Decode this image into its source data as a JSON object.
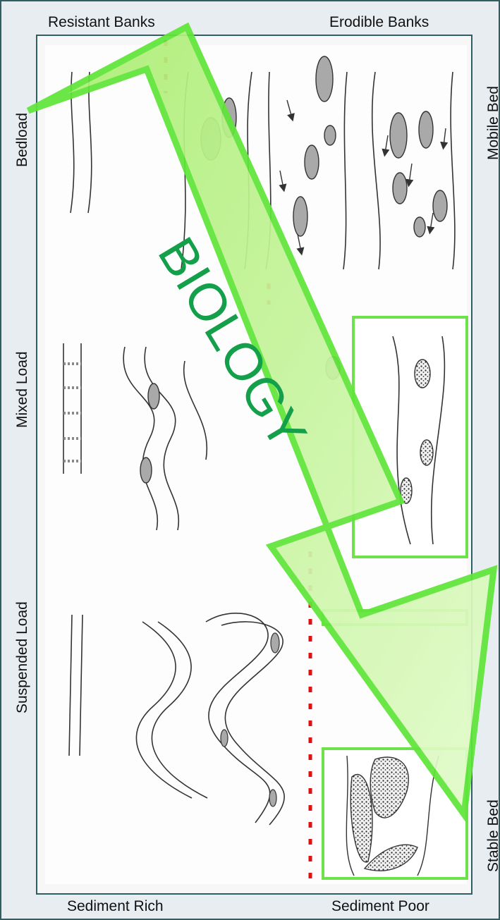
{
  "labels": {
    "top_left": "Resistant Banks",
    "top_right": "Erodible Banks",
    "bottom_left": "Sediment Rich",
    "bottom_right": "Sediment Poor",
    "left_top": "Bedload",
    "left_middle": "Mixed Load",
    "left_bottom": "Suspended Load",
    "right_top": "Mobile Bed",
    "right_bottom": "Stable Bed"
  },
  "arrow_text": "BIOLOGY",
  "colors": {
    "frame": "#2f5f62",
    "arrow_fill": "#c8f59a",
    "arrow_stroke": "#5fe63a",
    "arrow_text": "#14a04a",
    "highlight_box": "#6de24a",
    "dotted_line": "#e01010",
    "bar_fill": "#a9a9a9"
  }
}
